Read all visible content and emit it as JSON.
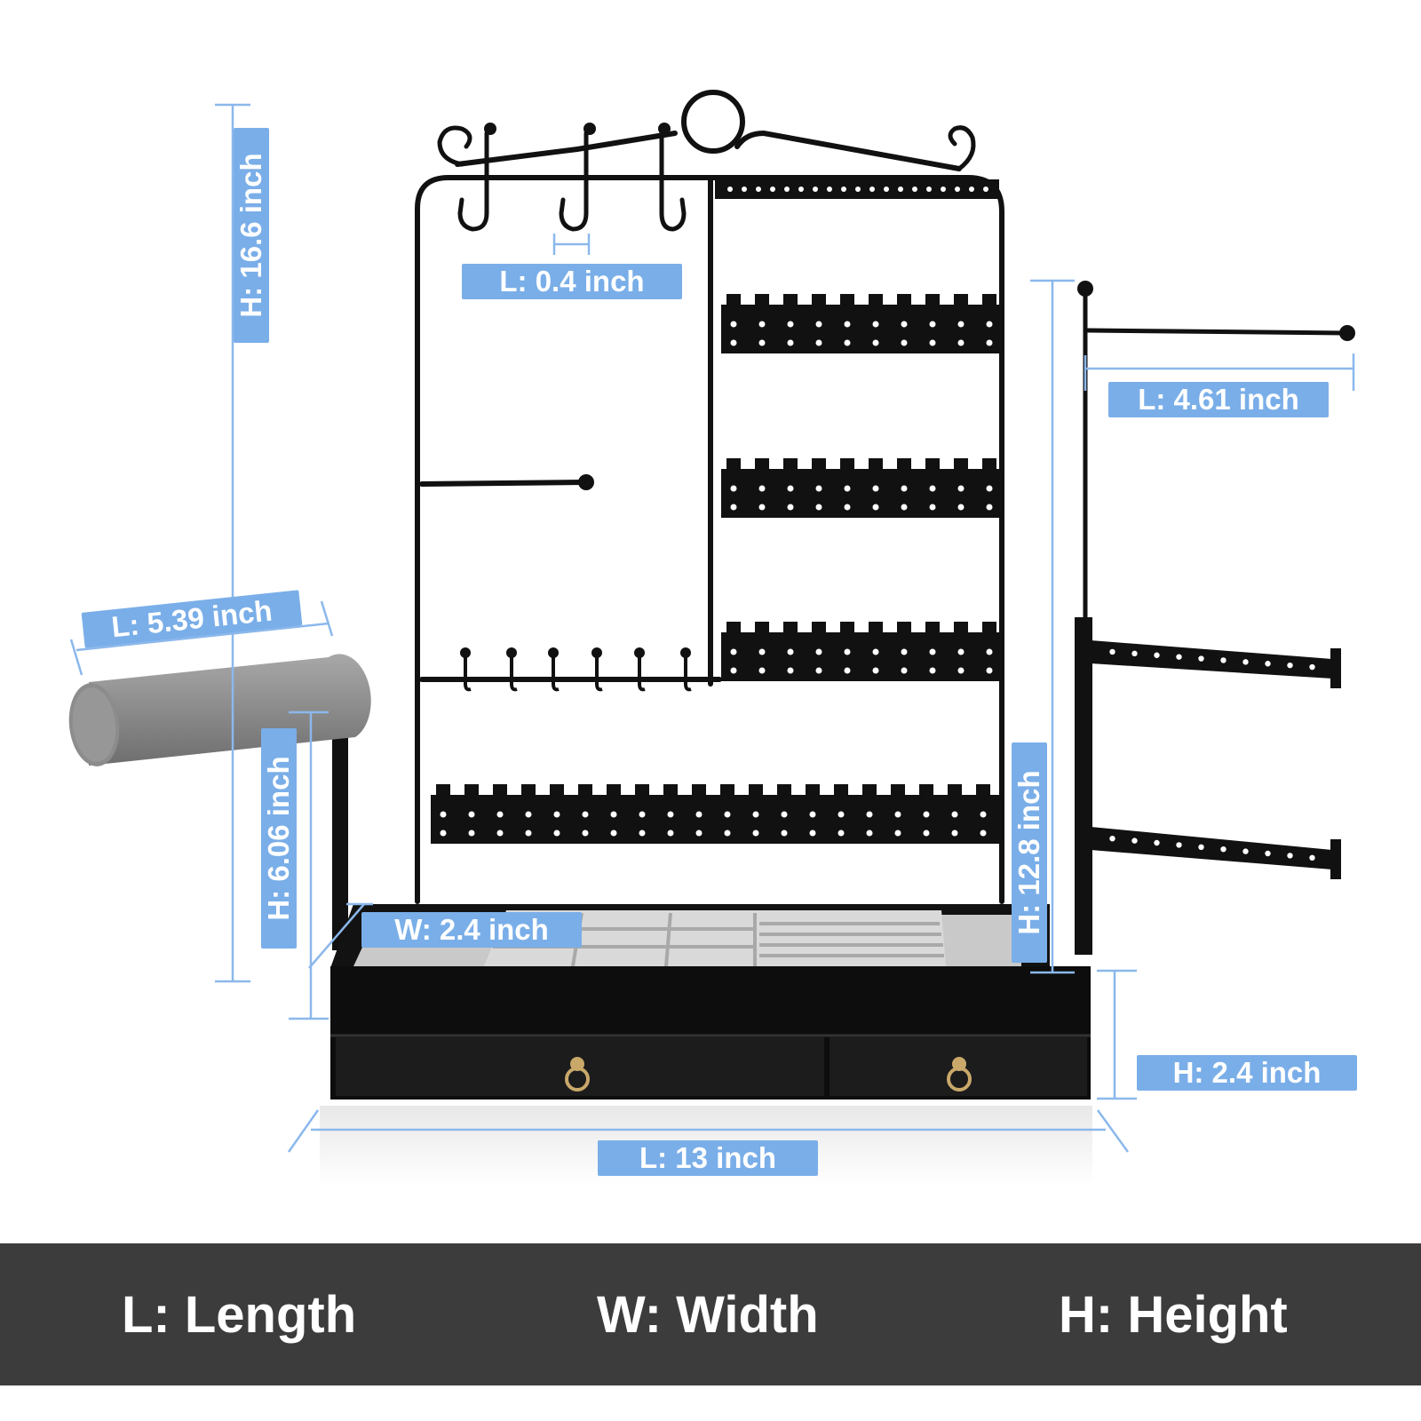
{
  "dimensions": {
    "total_height": "H: 16.6 inch",
    "hook_gap": "L: 0.4 inch",
    "side_arm_length": "L: 4.61 inch",
    "bar_length": "L: 5.39 inch",
    "bar_height": "H: 6.06 inch",
    "tray_width": "W: 2.4 inch",
    "side_pole_height": "H: 12.8 inch",
    "base_height": "H: 2.4 inch",
    "base_length": "L: 13 inch"
  },
  "legend": {
    "length": "L: Length",
    "width": "W: Width",
    "height": "H: Height"
  },
  "colors": {
    "label_bg": "#7aaee8",
    "dimension_line": "#8bb8ec",
    "frame": "#111111",
    "velvet": "#9a9a9a",
    "legend_bg": "#3c3c3c"
  },
  "icons": [
    "jewelry-stand",
    "velvet-bar-icon",
    "drawer-pull-icon"
  ]
}
